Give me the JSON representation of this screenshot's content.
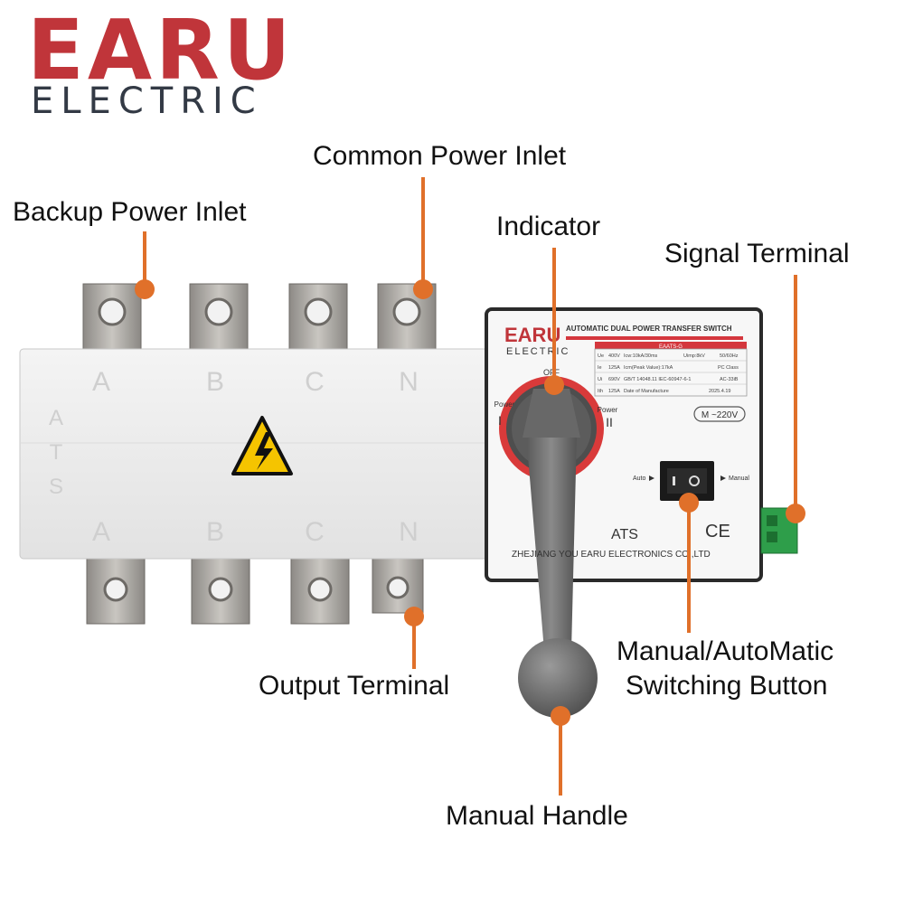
{
  "brand": {
    "name": "EARU",
    "subtitle": "ELECTRIC"
  },
  "colors": {
    "brand_red": "#c0353a",
    "callout_orange": "#e0702a",
    "housing": "#eeeeee",
    "handle": "#6e6e6e",
    "terminal_green": "#2e9e4a"
  },
  "callouts": {
    "backup_power_inlet": "Backup Power Inlet",
    "common_power_inlet": "Common Power Inlet",
    "indicator": "Indicator",
    "signal_terminal": "Signal Terminal",
    "output_terminal": "Output Terminal",
    "manual_automatic_line1": "Manual/AutoMatic",
    "manual_automatic_line2": "Switching Button",
    "manual_handle": "Manual Handle"
  },
  "housing": {
    "phase_labels_top": [
      "A",
      "B",
      "C",
      "N"
    ],
    "phase_labels_bottom": [
      "A",
      "B",
      "C",
      "N"
    ],
    "side_label": [
      "A",
      "T",
      "S"
    ]
  },
  "control_panel": {
    "logo_main": "EARU",
    "logo_sub": "ELECTRIC",
    "title": "AUTOMATIC DUAL POWER TRANSFER SWITCH",
    "model": "EAATS-G",
    "spec_rows": [
      [
        "Ue",
        "400V",
        "Icw:10kA/30ms",
        "Uimp:8kV",
        "50/60Hz"
      ],
      [
        "Ie",
        "125A",
        "Icm(Peak Value):17kA",
        "",
        "PC Class"
      ],
      [
        "Ui",
        "690V",
        "GB/T 14048.11 IEC-60947-6-1",
        "",
        "AC-33iB"
      ],
      [
        "Ith",
        "125A",
        "Date of Manufacture",
        "",
        "2025.4.19"
      ]
    ],
    "voltage_badge": "M ~220V",
    "off_label": "OFF",
    "power1_label": "Power",
    "power1_numeral": "I",
    "power2_label": "Power",
    "power2_numeral": "II",
    "auto_label": "Auto",
    "manual_label": "Manual",
    "ats_label": "ATS",
    "ce_label": "CE",
    "company": "ZHEJIANG YOU EARU ELECTRONICS CO.,LTD"
  }
}
